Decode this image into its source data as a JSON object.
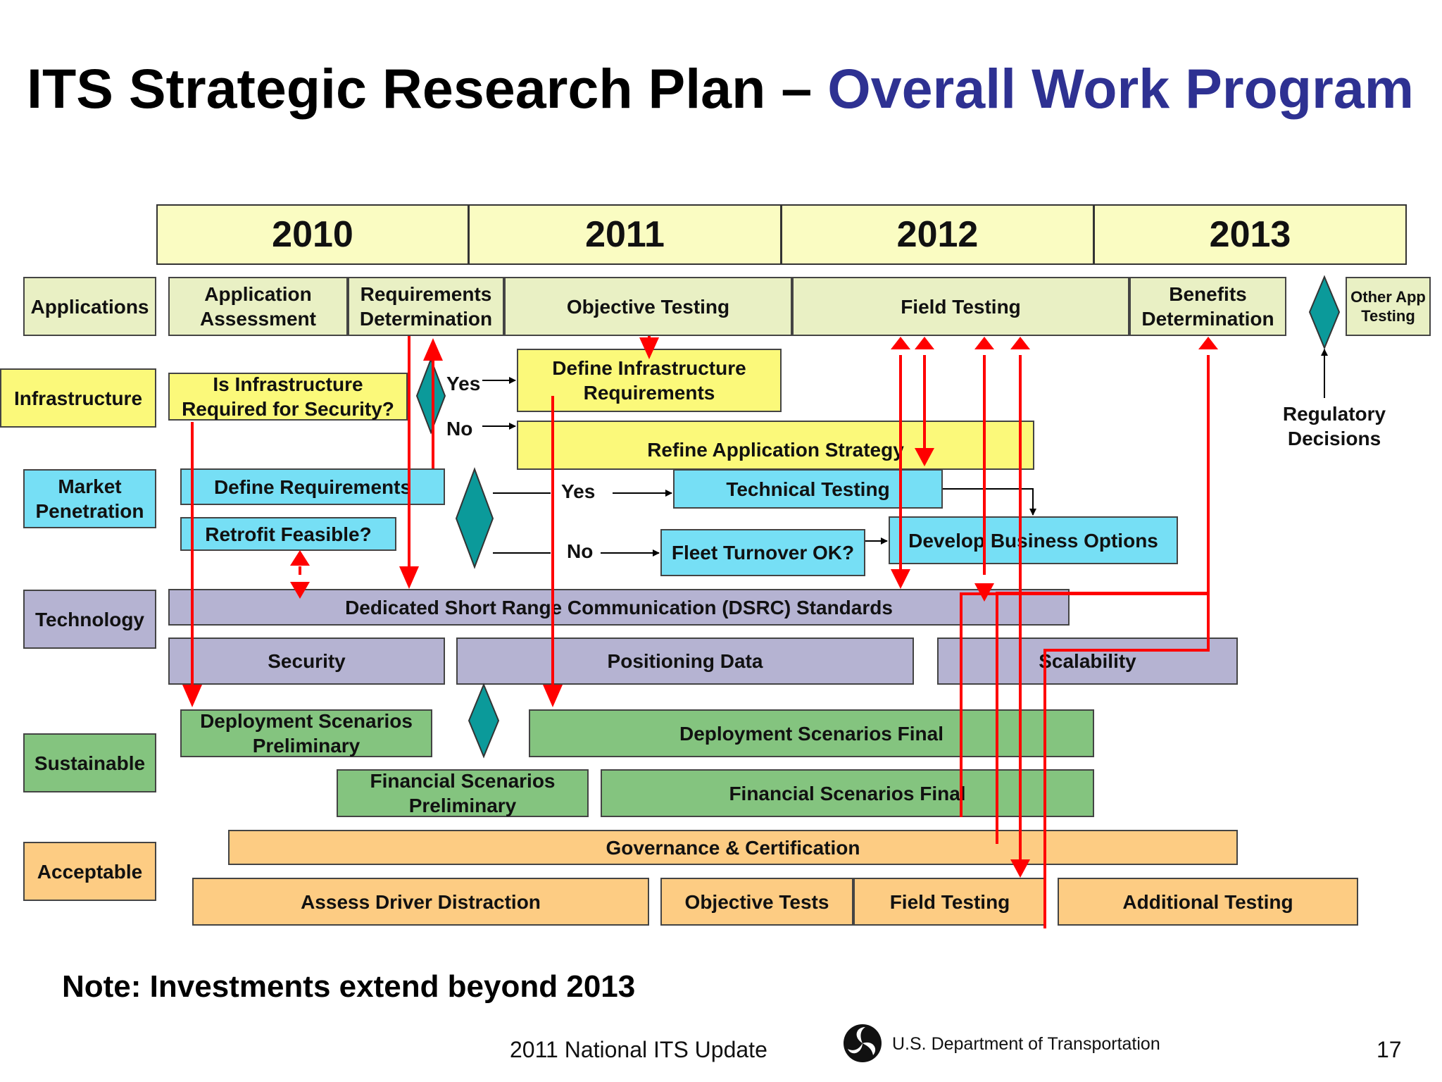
{
  "title": {
    "main": "ITS Strategic Research Plan – ",
    "accent": "Overall Work Program"
  },
  "years": [
    "2010",
    "2011",
    "2012",
    "2013"
  ],
  "rows": {
    "applications": "Applications",
    "infrastructure": "Infrastructure",
    "market": "Market Penetration",
    "technology": "Technology",
    "sustainable": "Sustainable",
    "acceptable": "Acceptable"
  },
  "applications": {
    "assessment": "Application Assessment",
    "requirements": "Requirements Determination",
    "objective": "Objective Testing",
    "field": "Field Testing",
    "benefits": "Benefits Determination",
    "other": "Other App Testing",
    "regulatory": "Regulatory Decisions"
  },
  "infrastructure": {
    "question": "Is Infrastructure Required for Security?",
    "yes": "Yes",
    "no": "No",
    "define": "Define Infrastructure Requirements",
    "refine": "Refine Application Strategy"
  },
  "market": {
    "define": "Define Requirements",
    "retrofit": "Retrofit Feasible?",
    "yes": "Yes",
    "no": "No",
    "technical": "Technical Testing",
    "fleet": "Fleet Turnover OK?",
    "business": "Develop Business Options"
  },
  "technology": {
    "dsrc": "Dedicated Short Range Communication (DSRC) Standards",
    "security": "Security",
    "positioning": "Positioning Data",
    "scalability": "Scalability"
  },
  "sustainable": {
    "deploy_pre": "Deployment Scenarios Preliminary",
    "deploy_final": "Deployment Scenarios Final",
    "fin_pre": "Financial Scenarios Preliminary",
    "fin_final": "Financial Scenarios Final"
  },
  "acceptable": {
    "governance": "Governance & Certification",
    "driver": "Assess Driver Distraction",
    "objective": "Objective Tests",
    "field": "Field Testing",
    "additional": "Additional Testing"
  },
  "note": "Note: Investments extend beyond 2013",
  "footer": {
    "update": "2011 National ITS Update",
    "dot": "U.S. Department of Transportation",
    "page": "17"
  },
  "colors": {
    "accent": "#2e3192",
    "arrow": "#ff0000",
    "diamond": "#0b9a9a",
    "year": "#fafcc2",
    "applications": "#e9f0c4",
    "infrastructure": "#fbf97a",
    "market": "#76dff5",
    "technology": "#b5b3d2",
    "sustainable": "#84c47f",
    "acceptable": "#fdcc83"
  }
}
